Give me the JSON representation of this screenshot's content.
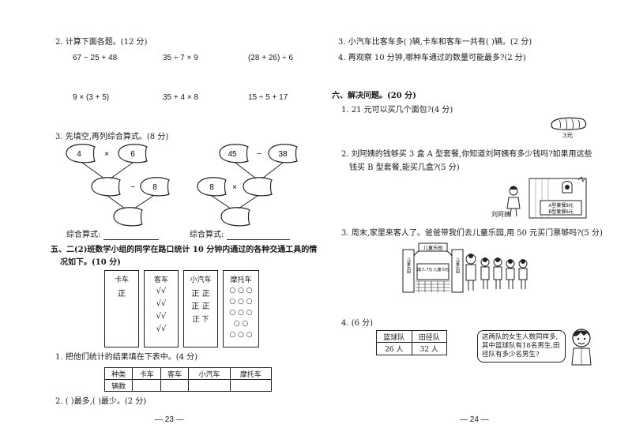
{
  "left": {
    "q2_title": "2. 计算下面各题。(12 分)",
    "calc_row1": [
      "67 − 25 + 48",
      "35 ÷ 7 × 9",
      "(28 + 26) ÷ 6"
    ],
    "calc_row2": [
      "9 × (3 + 5)",
      "35 + 4 × 8",
      "15 ÷ 5 + 17"
    ],
    "q3_title": "3. 先填空,再列综合算式。(8 分)",
    "tree1": {
      "a": "4",
      "op1": "×",
      "b": "6",
      "op2": "−",
      "c": "8"
    },
    "tree2": {
      "a": "45",
      "op1": "−",
      "b": "38",
      "op2": "×",
      "c": "8"
    },
    "formula_label": "综合算式:",
    "sec5_title": "五、二(2)班数学小组的同学在路口统计 10 分钟内通过的各种交通工具的情",
    "sec5_title2": "况如下。(10 分)",
    "tally": [
      {
        "head": "卡车",
        "rows": [
          "正"
        ]
      },
      {
        "head": "客车",
        "rows": [
          "√√",
          "√√",
          "√√",
          "√√"
        ]
      },
      {
        "head": "小汽车",
        "rows": [
          "正 正",
          "正 正",
          "正 下"
        ]
      },
      {
        "head": "摩托车",
        "rows": [
          "○ ○ ○",
          "○ ○ ○",
          "○ ○ ○",
          "○ ○",
          "○ ○ ○"
        ]
      }
    ],
    "q1": "1. 把他们统计的结果填在下表中。(4 分)",
    "table_headers": [
      "种类",
      "卡车",
      "客车",
      "小汽车",
      "摩托车"
    ],
    "table_row_label": "辆数",
    "q2b": "2. (        )最多,(        )最少。(2 分)",
    "page": "— 23 —"
  },
  "right": {
    "q3": "3. 小汽车比客车多(      )辆,卡车和客车一共有(      )辆。(2 分)",
    "q4": "4. 再观察 10 分钟,哪种车通过的数量可能最多?(2 分)",
    "sec6_title": "六、解决问题。(20 分)",
    "p1": "1. 21 元可以买几个面包?(4 分)",
    "bread_price": "3元",
    "p2_line1": "2. 刘阿姨的钱够买 3 盒 A 型套餐,你知道刘阿姨有多少钱吗?如果用这些",
    "p2_line2": "钱买 B 型套餐,能买几盒?(5 分)",
    "menu_a": "A型套餐8元",
    "menu_b": "B型套餐6元",
    "aunt_label": "刘阿姨",
    "p3": "3. 周末,家里来客人了。爸爸带我们去儿童乐园,用 50 元买门票够吗?(5 分)",
    "park_sign": "儿童乐园",
    "park_side_left": "儿童乐园",
    "park_side_right": "儿童乐园",
    "park_price": "成人:7元 儿童:5元",
    "p4": "4. (6 分)",
    "team_headers": [
      "篮球队",
      "田径队"
    ],
    "team_values": [
      "26 人",
      "32 人"
    ],
    "bubble_text": "这两队的女生人数同样多,其中篮球队有18名男生,田径队有多少名男生?",
    "page": "— 24 —"
  }
}
